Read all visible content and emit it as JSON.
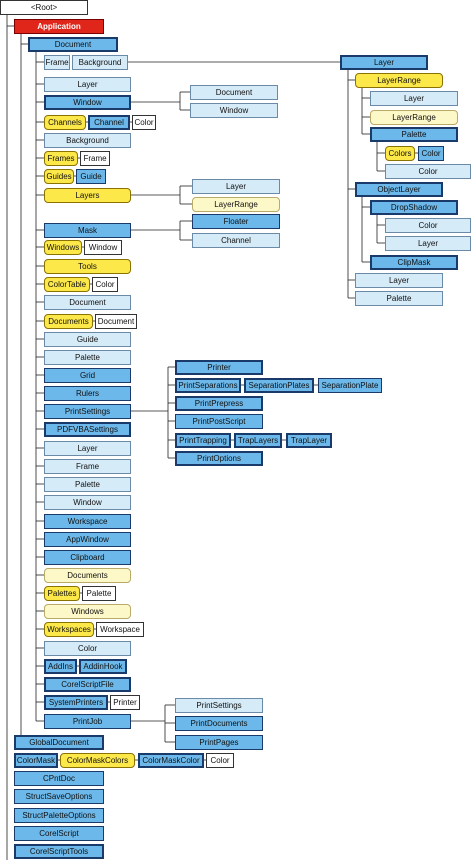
{
  "nodes": [
    {
      "id": "root",
      "label": "<Root>",
      "style": "white"
    },
    {
      "id": "app",
      "label": "Application",
      "style": "red"
    },
    {
      "id": "document",
      "label": "Document",
      "style": "blue"
    },
    {
      "id": "frame",
      "label": "Frame",
      "style": "light"
    },
    {
      "id": "background",
      "label": "Background",
      "style": "light"
    },
    {
      "id": "layer_doc",
      "label": "Layer",
      "style": "light"
    },
    {
      "id": "window_doc",
      "label": "Window",
      "style": "blue"
    },
    {
      "id": "channels",
      "label": "Channels",
      "style": "yellow"
    },
    {
      "id": "channel",
      "label": "Channel",
      "style": "blue"
    },
    {
      "id": "color_ch",
      "label": "Color",
      "style": "white"
    },
    {
      "id": "background2",
      "label": "Background",
      "style": "light"
    },
    {
      "id": "frames",
      "label": "Frames",
      "style": "yellow"
    },
    {
      "id": "frame2",
      "label": "Frame",
      "style": "white"
    },
    {
      "id": "guides",
      "label": "Guides",
      "style": "yellow"
    },
    {
      "id": "guide",
      "label": "Guide",
      "style": "blue"
    },
    {
      "id": "layers",
      "label": "Layers",
      "style": "yellow"
    },
    {
      "id": "mask",
      "label": "Mask",
      "style": "blue"
    },
    {
      "id": "windows",
      "label": "Windows",
      "style": "yellow"
    },
    {
      "id": "window2",
      "label": "Window",
      "style": "white"
    },
    {
      "id": "tools",
      "label": "Tools",
      "style": "yellow"
    },
    {
      "id": "colortable",
      "label": "ColorTable",
      "style": "yellow"
    },
    {
      "id": "color_ct",
      "label": "Color",
      "style": "white"
    },
    {
      "id": "document_b",
      "label": "Document",
      "style": "light"
    },
    {
      "id": "documents",
      "label": "Documents",
      "style": "yellow"
    },
    {
      "id": "document_c",
      "label": "Document",
      "style": "white"
    },
    {
      "id": "guide_b",
      "label": "Guide",
      "style": "light"
    },
    {
      "id": "palette_b",
      "label": "Palette",
      "style": "light"
    },
    {
      "id": "grid",
      "label": "Grid",
      "style": "blue"
    },
    {
      "id": "rulers",
      "label": "Rulers",
      "style": "blue"
    },
    {
      "id": "printsettings",
      "label": "PrintSettings",
      "style": "blue"
    },
    {
      "id": "pdfvba",
      "label": "PDFVBASettings",
      "style": "blue"
    },
    {
      "id": "layer_b",
      "label": "Layer",
      "style": "light"
    },
    {
      "id": "frame_b",
      "label": "Frame",
      "style": "light"
    },
    {
      "id": "palette_c",
      "label": "Palette",
      "style": "light"
    },
    {
      "id": "window_b",
      "label": "Window",
      "style": "light"
    },
    {
      "id": "workspace",
      "label": "Workspace",
      "style": "blue"
    },
    {
      "id": "appwindow",
      "label": "AppWindow",
      "style": "blue"
    },
    {
      "id": "clipboard",
      "label": "Clipboard",
      "style": "blue"
    },
    {
      "id": "documents_cream",
      "label": "Documents",
      "style": "cream"
    },
    {
      "id": "palettes",
      "label": "Palettes",
      "style": "yellow"
    },
    {
      "id": "palette_d",
      "label": "Palette",
      "style": "white"
    },
    {
      "id": "windows_cream",
      "label": "Windows",
      "style": "cream"
    },
    {
      "id": "workspaces",
      "label": "Workspaces",
      "style": "yellow"
    },
    {
      "id": "workspace2",
      "label": "Workspace",
      "style": "white"
    },
    {
      "id": "color_b",
      "label": "Color",
      "style": "light"
    },
    {
      "id": "addins",
      "label": "AddIns",
      "style": "blue"
    },
    {
      "id": "addinhook",
      "label": "AddinHook",
      "style": "blue"
    },
    {
      "id": "corelscriptfile",
      "label": "CorelScriptFile",
      "style": "blue"
    },
    {
      "id": "systemprinters",
      "label": "SystemPrinters",
      "style": "blue"
    },
    {
      "id": "printer_b",
      "label": "Printer",
      "style": "white"
    },
    {
      "id": "printjob",
      "label": "PrintJob",
      "style": "blue"
    },
    {
      "id": "globaldocument",
      "label": "GlobalDocument",
      "style": "blue"
    },
    {
      "id": "colormask",
      "label": "ColorMask",
      "style": "blue"
    },
    {
      "id": "colormaskcolors",
      "label": "ColorMaskColors",
      "style": "yellow"
    },
    {
      "id": "colormaskcolor",
      "label": "ColorMaskColor",
      "style": "blue"
    },
    {
      "id": "color_cm",
      "label": "Color",
      "style": "white"
    },
    {
      "id": "cpntdoc",
      "label": "CPntDoc",
      "style": "blue"
    },
    {
      "id": "structsave",
      "label": "StructSaveOptions",
      "style": "blue"
    },
    {
      "id": "structpalette",
      "label": "StructPaletteOptions",
      "style": "blue"
    },
    {
      "id": "corelscript",
      "label": "CorelScript",
      "style": "blue"
    },
    {
      "id": "corelscripttools",
      "label": "CorelScriptTools",
      "style": "blue"
    },
    {
      "id": "w_document",
      "label": "Document",
      "style": "light"
    },
    {
      "id": "w_window",
      "label": "Window",
      "style": "light"
    },
    {
      "id": "l_layer",
      "label": "Layer",
      "style": "light"
    },
    {
      "id": "l_layerrange",
      "label": "LayerRange",
      "style": "cream"
    },
    {
      "id": "m_floater",
      "label": "Floater",
      "style": "blue"
    },
    {
      "id": "m_channel",
      "label": "Channel",
      "style": "light"
    },
    {
      "id": "printer",
      "label": "Printer",
      "style": "blue"
    },
    {
      "id": "printseparations",
      "label": "PrintSeparations",
      "style": "blue"
    },
    {
      "id": "separationplates",
      "label": "SeparationPlates",
      "style": "blue"
    },
    {
      "id": "separationplate",
      "label": "SeparationPlate",
      "style": "blue"
    },
    {
      "id": "printprepress",
      "label": "PrintPrepress",
      "style": "blue"
    },
    {
      "id": "printpostscript",
      "label": "PrintPostScript",
      "style": "blue"
    },
    {
      "id": "printtrapping",
      "label": "PrintTrapping",
      "style": "blue"
    },
    {
      "id": "traplayers",
      "label": "TrapLayers",
      "style": "blue"
    },
    {
      "id": "traplayer",
      "label": "TrapLayer",
      "style": "blue"
    },
    {
      "id": "printoptions",
      "label": "PrintOptions",
      "style": "blue"
    },
    {
      "id": "pj_printsettings",
      "label": "PrintSettings",
      "style": "light"
    },
    {
      "id": "pj_printdocuments",
      "label": "PrintDocuments",
      "style": "blue"
    },
    {
      "id": "pj_printpages",
      "label": "PrintPages",
      "style": "blue"
    },
    {
      "id": "r_layer",
      "label": "Layer",
      "style": "blue"
    },
    {
      "id": "r_layerrange",
      "label": "LayerRange",
      "style": "yellow"
    },
    {
      "id": "r_layer2",
      "label": "Layer",
      "style": "light"
    },
    {
      "id": "r_layerrange2",
      "label": "LayerRange",
      "style": "cream"
    },
    {
      "id": "r_palette",
      "label": "Palette",
      "style": "blue"
    },
    {
      "id": "r_colors",
      "label": "Colors",
      "style": "yellow"
    },
    {
      "id": "r_color",
      "label": "Color",
      "style": "blue"
    },
    {
      "id": "r_color2",
      "label": "Color",
      "style": "light"
    },
    {
      "id": "r_objectlayer",
      "label": "ObjectLayer",
      "style": "blue"
    },
    {
      "id": "r_dropshadow",
      "label": "DropShadow",
      "style": "blue"
    },
    {
      "id": "r_color3",
      "label": "Color",
      "style": "light"
    },
    {
      "id": "r_layer3",
      "label": "Layer",
      "style": "light"
    },
    {
      "id": "r_clipmask",
      "label": "ClipMask",
      "style": "blue"
    },
    {
      "id": "r_layer4",
      "label": "Layer",
      "style": "light"
    },
    {
      "id": "r_palette2",
      "label": "Palette",
      "style": "light"
    }
  ]
}
